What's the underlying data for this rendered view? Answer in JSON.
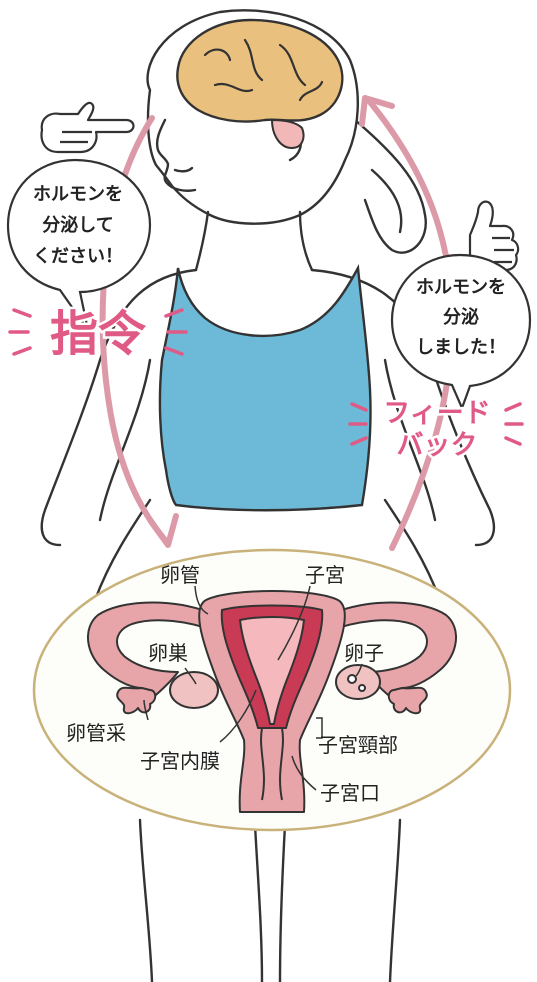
{
  "bubbles": {
    "command": [
      "ホルモンを",
      "分泌して",
      "ください！"
    ],
    "feedback": [
      "ホルモンを",
      "分泌",
      "しました！"
    ]
  },
  "arrows": {
    "command_label": "指令",
    "feedback_label": [
      "フィード",
      "バック"
    ]
  },
  "organ_labels": {
    "fallopian_tube": "卵管",
    "uterus": "子宮",
    "ovary": "卵巣",
    "egg": "卵子",
    "fimbriae": "卵管采",
    "endometrium": "子宮内膜",
    "cervix": "子宮頸部",
    "cervical_os": "子宮口"
  },
  "colors": {
    "accent_pink": "#e05a86",
    "cycle_arrow": "#dc9aa8",
    "brain": "#e9c07e",
    "pituitary": "#f2b8b8",
    "top": "#6cb9d8",
    "uterus_outer": "#e8a5a9",
    "uterus_inner": "#c93a55",
    "oval_fill": "#fdfdfa",
    "oval_border": "#c9b27a"
  }
}
